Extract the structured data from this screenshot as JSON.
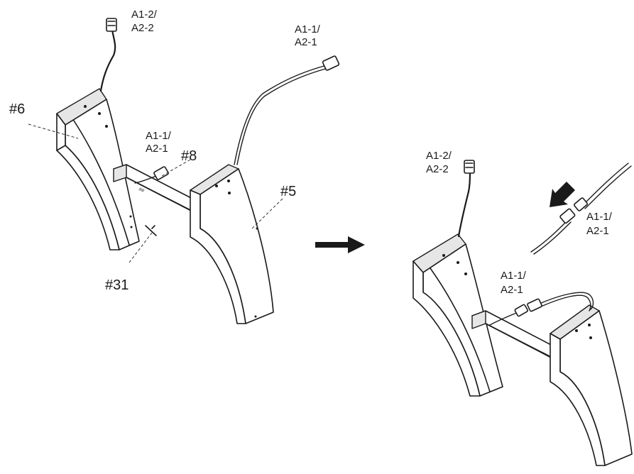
{
  "labels": {
    "left_top_connector": [
      "A1-2/",
      "A2-2"
    ],
    "left_right_connector": [
      "A1-1/",
      "A2-1"
    ],
    "left_mid_connector": [
      "A1-1/",
      "A2-1"
    ],
    "part_6": "#6",
    "part_8": "#8",
    "part_5": "#5",
    "part_31": "#31",
    "right_top_connector": [
      "A1-2/",
      "A2-2"
    ],
    "right_plug_connector": [
      "A1-1/",
      "A2-1"
    ],
    "right_mid_connector": [
      "A1-1/",
      "A2-1"
    ]
  },
  "icons": {
    "step_arrow": "right-arrow-icon",
    "insert_arrow": "down-left-arrow-icon"
  }
}
